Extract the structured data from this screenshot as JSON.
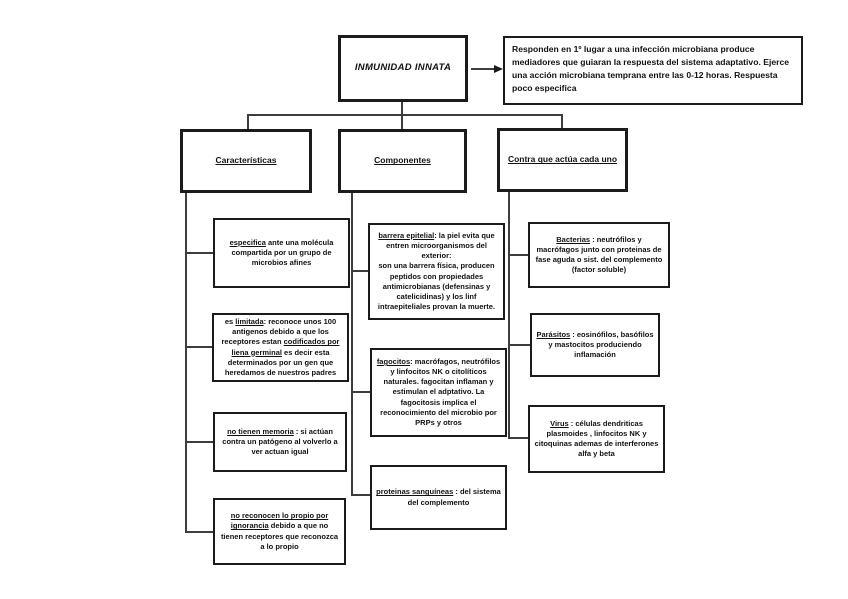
{
  "root": {
    "label": "INMUNIDAD INNATA"
  },
  "note": {
    "text": "Responden en 1º lugar a una infección microbiana produce mediadores que guiaran la respuesta del sistema adaptativo. Ejerce una acción microbiana temprana entre las 0-12 horas. Respuesta poco especifica"
  },
  "branches": [
    {
      "label": "Características",
      "children": [
        {
          "segments": [
            {
              "t": "especifica",
              "u": true
            },
            {
              "t": " ante una molécula compartida por un grupo de microbios afines"
            }
          ]
        },
        {
          "segments": [
            {
              "t": "es "
            },
            {
              "t": "limitada",
              "u": true
            },
            {
              "t": ": reconoce unos 100 antigenos debido a que los receptores estan "
            },
            {
              "t": "codificados por liena germinal",
              "u": true
            },
            {
              "t": " es decir esta determinados por un gen que heredamos de nuestros padres"
            }
          ]
        },
        {
          "segments": [
            {
              "t": "no tienen memoria",
              "u": true
            },
            {
              "t": " : si actúan contra un patógeno al volverlo a ver actuan igual"
            }
          ]
        },
        {
          "segments": [
            {
              "t": "no reconocen lo propio por ignorancia",
              "u": true
            },
            {
              "t": " debido a que no tienen receptores que reconozca a lo propio"
            }
          ]
        }
      ]
    },
    {
      "label": "Componentes",
      "children": [
        {
          "segments": [
            {
              "t": "barrera epitelial",
              "u": true
            },
            {
              "t": ": la piel evita que entren microorganismos del exterior:\nson una barrera física, producen peptidos con propiedades antimicrobianas (defensinas y catelicidinas) y los linf intraepiteliales provan la muerte."
            }
          ]
        },
        {
          "segments": [
            {
              "t": "fagocitos",
              "u": true
            },
            {
              "t": ": macrófagos, neutrófilos y linfocitos NK o citolíticos naturales. fagocitan inflaman y estimulan el adptativo. La fagocitosis implica el reconocimiento del microbio por PRPs y otros"
            }
          ]
        },
        {
          "segments": [
            {
              "t": "proteinas sanguíneas",
              "u": true
            },
            {
              "t": " : del sistema del complemento"
            }
          ]
        }
      ]
    },
    {
      "label": "Contra que actúa cada uno",
      "children": [
        {
          "segments": [
            {
              "t": "Bacterias",
              "u": true
            },
            {
              "t": " : neutrófilos y macrófagos junto con proteinas de fase aguda o sist. del complemento\n(factor soluble)"
            }
          ]
        },
        {
          "segments": [
            {
              "t": "Parásitos",
              "u": true
            },
            {
              "t": " : eosinófilos, basófilos y mastocitos produciendo inflamación"
            }
          ]
        },
        {
          "segments": [
            {
              "t": "Virus",
              "u": true
            },
            {
              "t": " : células dendriticas plasmoides , linfocitos NK y citoquinas ademas de interferones alfa y beta"
            }
          ]
        }
      ]
    }
  ]
}
